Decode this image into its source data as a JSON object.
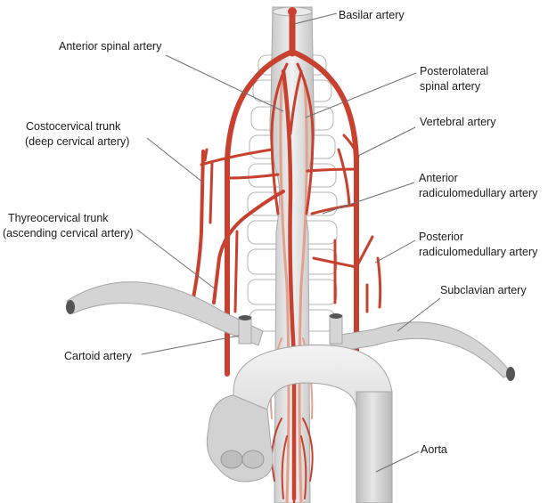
{
  "labels": {
    "basilar": "Basilar artery",
    "anterior_spinal": "Anterior spinal artery",
    "posterolateral_1": "Posterolateral",
    "posterolateral_2": "spinal artery",
    "vertebral": "Vertebral artery",
    "costocervical_1": "Costocervical trunk",
    "costocervical_2": "(deep cervical artery)",
    "anterior_radiculo_1": "Anterior",
    "anterior_radiculo_2": "radiculomedullary artery",
    "thyreocervical_1": "Thyreocervical trunk",
    "thyreocervical_2": "(ascending cervical artery)",
    "posterior_radiculo_1": "Posterior",
    "posterior_radiculo_2": "radiculomedullary artery",
    "subclavian": "Subclavian artery",
    "carotid": "Cartoid artery",
    "aorta": "Aorta"
  },
  "colors": {
    "artery": "#c8412f",
    "artery_light": "#e2a08e",
    "vessel_gray": "#d4d4d4",
    "leader": "#6e6e6e"
  }
}
